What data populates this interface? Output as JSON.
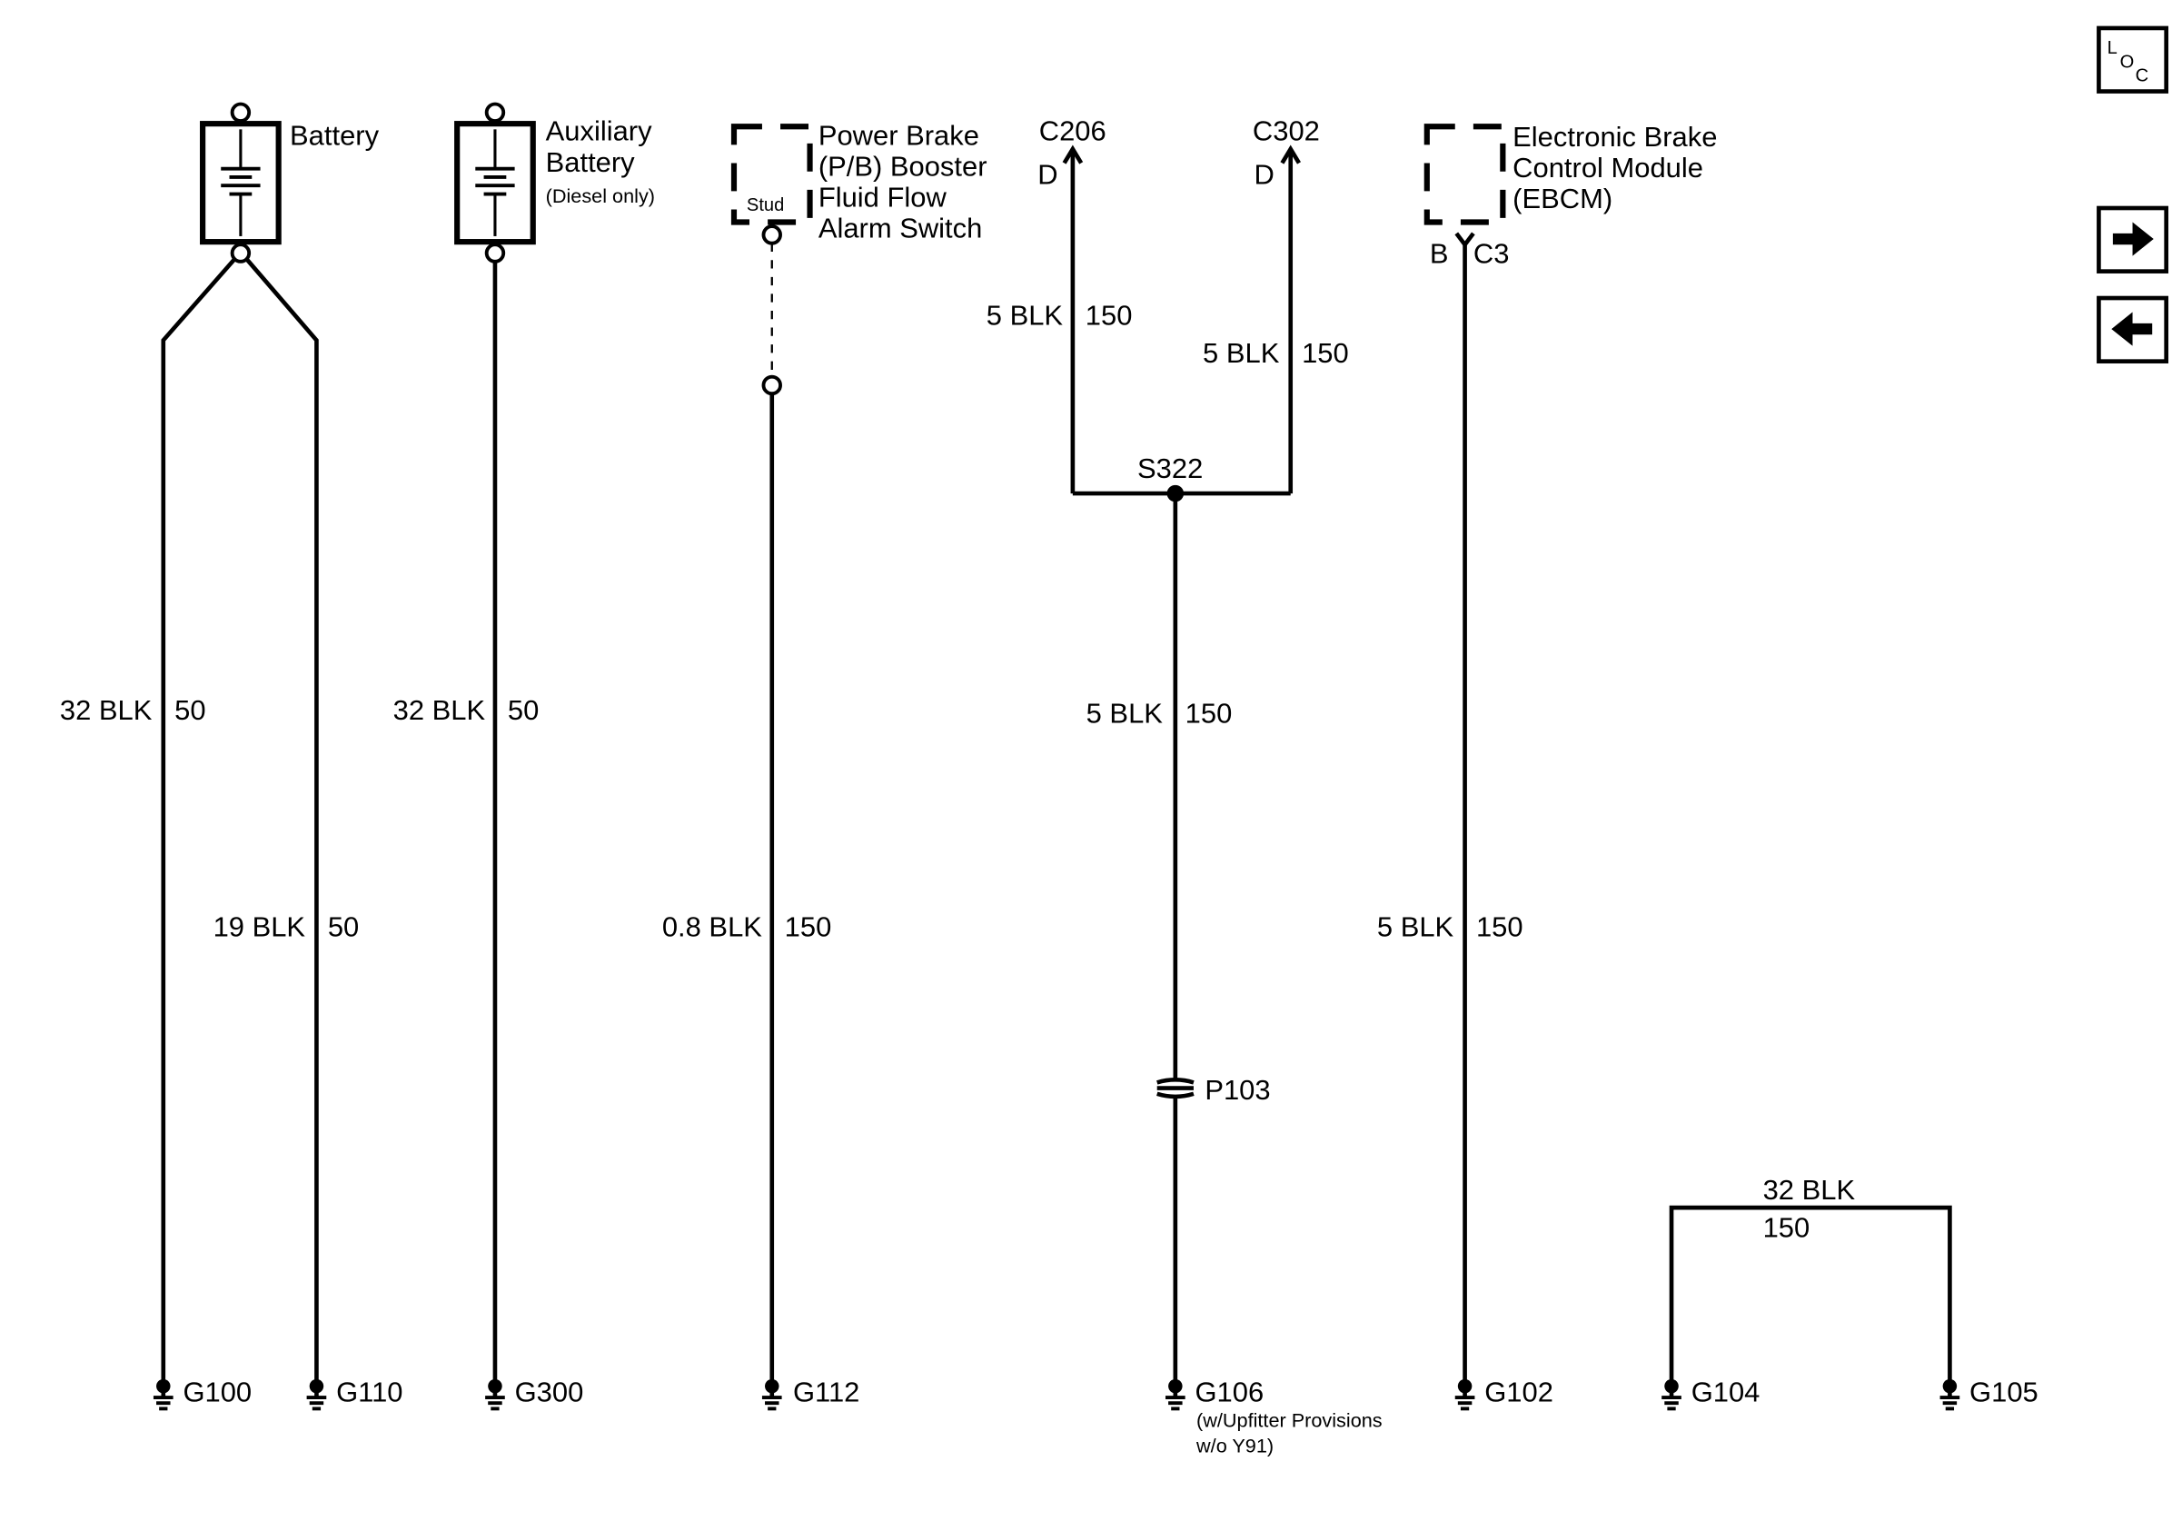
{
  "components": {
    "battery": {
      "label": "Battery"
    },
    "aux_battery": {
      "line1": "Auxiliary",
      "line2": "Battery",
      "note": "(Diesel only)"
    },
    "pb_switch": {
      "line1": "Power Brake",
      "line2": "(P/B) Booster",
      "line3": "Fluid Flow",
      "line4": "Alarm Switch",
      "stud": "Stud"
    },
    "ebcm": {
      "line1": "Electronic Brake",
      "line2": "Control Module",
      "line3": "(EBCM)",
      "pin": "B",
      "connector": "C3"
    }
  },
  "connectors": {
    "c206": {
      "name": "C206",
      "pin": "D"
    },
    "c302": {
      "name": "C302",
      "pin": "D"
    },
    "splice": "S322",
    "pass_through": "P103"
  },
  "wires": [
    {
      "size_color": "32 BLK",
      "circuit": "50"
    },
    {
      "size_color": "19 BLK",
      "circuit": "50"
    },
    {
      "size_color": "32 BLK",
      "circuit": "50"
    },
    {
      "size_color": "0.8 BLK",
      "circuit": "150"
    },
    {
      "size_color": "5 BLK",
      "circuit": "150"
    },
    {
      "size_color": "5 BLK",
      "circuit": "150"
    },
    {
      "size_color": "5 BLK",
      "circuit": "150"
    },
    {
      "size_color": "5 BLK",
      "circuit": "150"
    },
    {
      "size_color": "32 BLK",
      "circuit": "150"
    }
  ],
  "grounds": [
    "G100",
    "G110",
    "G300",
    "G112",
    "G106",
    "G102",
    "G104",
    "G105"
  ],
  "g106_note": {
    "line1": "(w/Upfitter Provisions",
    "line2": "w/o Y91)"
  },
  "nav": {
    "loc": {
      "l": "L",
      "o": "O",
      "c": "C"
    },
    "next_icon": "arrow-right-icon",
    "prev_icon": "arrow-left-icon"
  }
}
